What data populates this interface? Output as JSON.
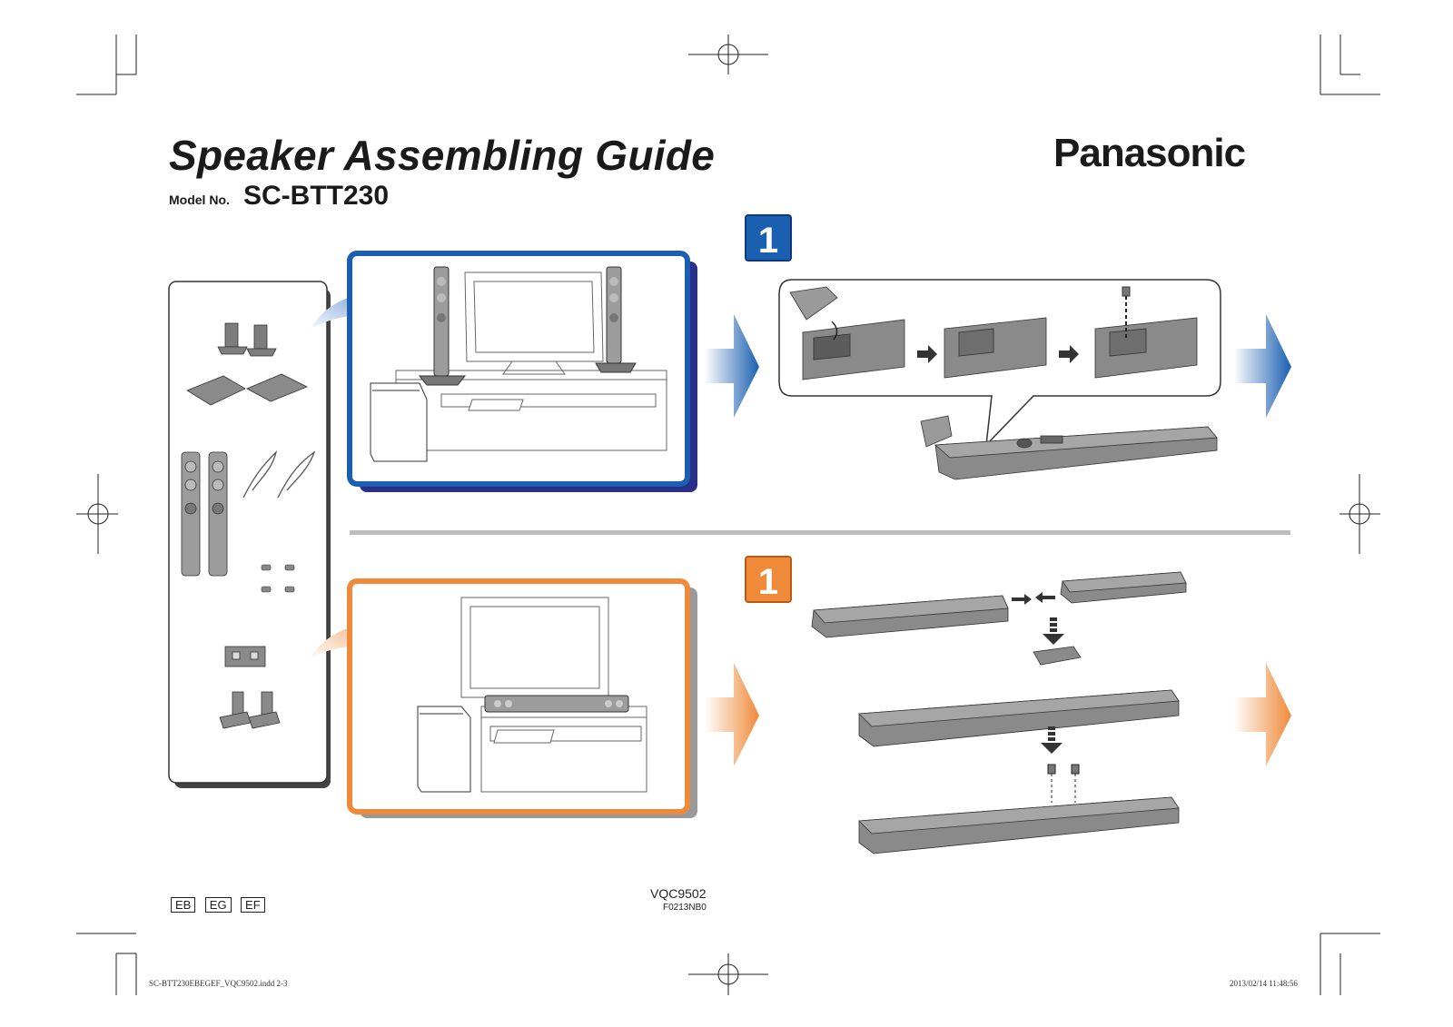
{
  "header": {
    "title": "Speaker Assembling Guide",
    "model_prefix": "Model No.",
    "model_number": "SC-BTT230",
    "brand": "Panasonic"
  },
  "steps": {
    "top_step_number": "1",
    "bottom_step_number": "1"
  },
  "colors": {
    "blue_accent": "#1b5fb0",
    "blue_shadow": "#2a2f8a",
    "orange_accent": "#ef8a3a",
    "orange_shadow": "#9a9a9a",
    "part_gray": "#7d7d7d"
  },
  "footer": {
    "region_codes": [
      "EB",
      "EG",
      "EF"
    ],
    "document_code": "VQC9502",
    "print_code": "F0213NB0",
    "file_name": "SC-BTT230EBEGEF_VQC9502.indd   2-3",
    "print_date": "2013/02/14   11:48:56"
  }
}
